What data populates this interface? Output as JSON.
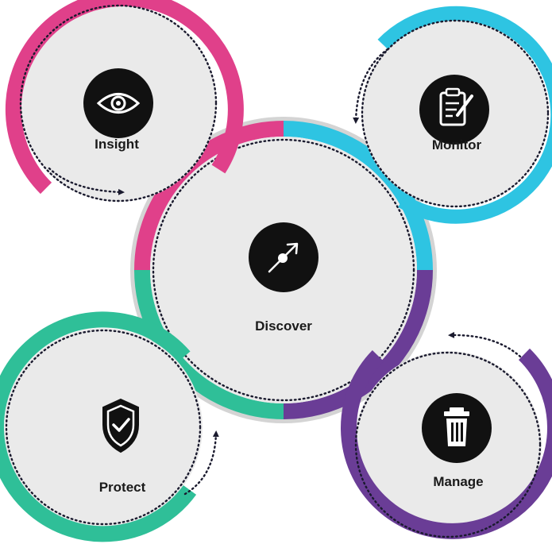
{
  "colors": {
    "insight": "#E0408A",
    "monitor": "#2EC4E2",
    "manage": "#6A3D96",
    "protect": "#2FBF98",
    "disc_fill": "#EAEAEA",
    "outer_ring": "#D4D4D4",
    "icon_bg": "#111111",
    "arrow": "#1a1a2e"
  },
  "center": {
    "label": "Discover",
    "icon": "discover-arrow-icon"
  },
  "nodes": [
    {
      "id": "insight",
      "label": "Insight",
      "icon": "eye-icon"
    },
    {
      "id": "monitor",
      "label": "Monitor",
      "icon": "clipboard-pen-icon"
    },
    {
      "id": "manage",
      "label": "Manage",
      "icon": "trash-icon"
    },
    {
      "id": "protect",
      "label": "Protect",
      "icon": "shield-check-icon"
    }
  ]
}
